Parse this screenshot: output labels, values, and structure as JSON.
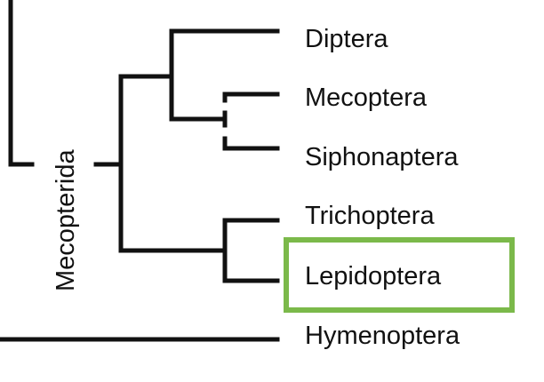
{
  "tree": {
    "clade_label": "Mecopterida",
    "taxa": [
      {
        "id": "diptera",
        "label": "Diptera"
      },
      {
        "id": "mecoptera",
        "label": "Mecoptera"
      },
      {
        "id": "siphonaptera",
        "label": "Siphonaptera"
      },
      {
        "id": "trichoptera",
        "label": "Trichoptera"
      },
      {
        "id": "lepidoptera",
        "label": "Lepidoptera"
      },
      {
        "id": "hymenoptera",
        "label": "Hymenoptera"
      }
    ],
    "highlighted_taxon": "Lepidoptera"
  },
  "colors": {
    "branch": "#111111",
    "text": "#111111",
    "highlight": "#7bb94a",
    "background": "#ffffff"
  }
}
